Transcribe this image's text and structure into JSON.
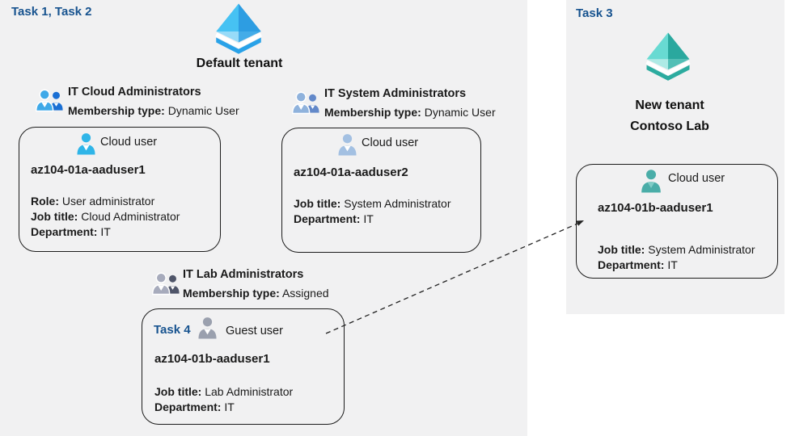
{
  "left_panel": {
    "task_label": "Task 1, Task 2",
    "tenant_name": "Default tenant",
    "groups": [
      {
        "name": "IT Cloud Administrators",
        "membership_label": "Membership type:",
        "membership_value": "Dynamic User"
      },
      {
        "name": "IT System Administrators",
        "membership_label": "Membership type:",
        "membership_value": "Dynamic User"
      },
      {
        "name": "IT Lab Administrators",
        "membership_label": "Membership type:",
        "membership_value": "Assigned"
      }
    ],
    "cards": [
      {
        "user_type": "Cloud user",
        "username": "az104-01a-aaduser1",
        "fields": [
          {
            "label": "Role:",
            "value": "User administrator"
          },
          {
            "label": "Job title:",
            "value": "Cloud Administrator"
          },
          {
            "label": "Department:",
            "value": "IT"
          }
        ]
      },
      {
        "user_type": "Cloud user",
        "username": "az104-01a-aaduser2",
        "fields": [
          {
            "label": "Job title:",
            "value": "System Administrator"
          },
          {
            "label": "Department:",
            "value": "IT"
          }
        ]
      },
      {
        "task_label": "Task 4",
        "user_type": "Guest user",
        "username": "az104-01b-aaduser1",
        "fields": [
          {
            "label": "Job title:",
            "value": "Lab Administrator"
          },
          {
            "label": "Department:",
            "value": "IT"
          }
        ]
      }
    ]
  },
  "right_panel": {
    "task_label": "Task 3",
    "tenant_name_line1": "New tenant",
    "tenant_name_line2": "Contoso Lab",
    "card": {
      "user_type": "Cloud user",
      "username": "az104-01b-aaduser1",
      "fields": [
        {
          "label": "Job title:",
          "value": "System Administrator"
        },
        {
          "label": "Department:",
          "value": "IT"
        }
      ]
    }
  },
  "colors": {
    "task_label_blue": "#17538f",
    "panel_bg": "#f1f1f2",
    "card_border": "#1c1c1c",
    "arrow": "#222222",
    "tenant_blue": {
      "top_left": "#46c2f3",
      "top_right": "#2d9de2",
      "bottom_left": "#97dbf8",
      "bottom_right": "#44ace8",
      "base": "#29a2e8"
    },
    "tenant_teal": {
      "top_left": "#68dad2",
      "top_right": "#2aa89e",
      "bottom_left": "#aeeae5",
      "bottom_right": "#52bfb6",
      "base": "#2cab9f"
    },
    "users": {
      "cloud_user_1": {
        "fill": "#2fb5e8",
        "collar": "#ffffff"
      },
      "cloud_user_2": {
        "fill": "#a3c0e2",
        "collar": "#ffffff"
      },
      "guest_user": {
        "fill": "#9aa0ae",
        "collar": "#ffffff"
      },
      "cloud_user_new": {
        "fill": "#4aada8",
        "collar": "#7fccc6"
      }
    },
    "groups": {
      "g1": {
        "big": "#3fa9e8",
        "small": "#1a6fd4"
      },
      "g2": {
        "big": "#8fb2dc",
        "small": "#6288c9"
      },
      "g3": {
        "big": "#a7abbc",
        "small": "#4f5569"
      }
    }
  }
}
